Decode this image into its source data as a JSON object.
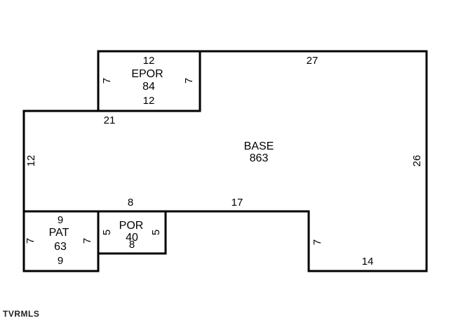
{
  "rooms": {
    "base": {
      "name": "BASE",
      "area": "863"
    },
    "epor": {
      "name": "EPOR",
      "area": "84"
    },
    "pat": {
      "name": "PAT",
      "area": "63"
    },
    "por": {
      "name": "POR",
      "area": "40"
    }
  },
  "dimensions": {
    "epor_top": "12",
    "epor_bottom": "12",
    "epor_left": "7",
    "epor_right": "7",
    "base_top": "27",
    "base_right": "26",
    "base_left": "12",
    "base_ledge_top": "21",
    "base_bottom_mid": "8",
    "base_bottom_right": "17",
    "base_notch": "7",
    "base_bottom": "14",
    "pat_top": "9",
    "pat_bottom": "9",
    "pat_left": "7",
    "pat_right": "7",
    "por_left": "5",
    "por_right": "5",
    "por_bottom": "8"
  },
  "watermark": "TVRMLS"
}
